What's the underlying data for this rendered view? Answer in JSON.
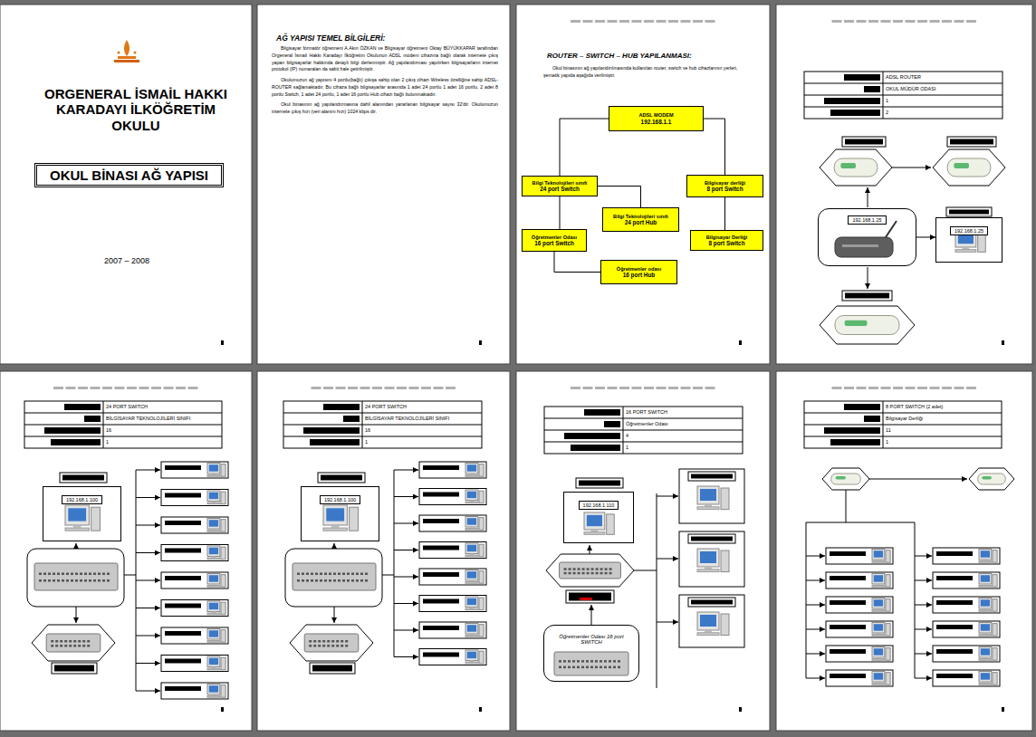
{
  "diagram": {
    "nodes": [
      {
        "text": [
          "OKUL BİNASI AĞ YAPISI"
        ]
      },
      {
        "text": [
          "ADSL MODEM",
          "192.168.1.1"
        ]
      },
      {
        "text": [
          "Bilgi Teknolojileri sınıfı",
          "24 port Switch"
        ]
      },
      {
        "text": [
          "Bilgisayar derliği",
          "8 port Switch"
        ]
      },
      {
        "text": [
          "Bilgi Teknolojileri sınıfı",
          "24 port Hub"
        ]
      },
      {
        "text": [
          "Öğretmenler Odası",
          "16 port Switch"
        ]
      },
      {
        "text": [
          "Bilgisayar Derliği",
          "8 port Switch"
        ]
      },
      {
        "text": [
          "Öğretmenler odası",
          "16 port Hub"
        ]
      },
      {
        "text": [
          "192.168.1.25"
        ]
      },
      {
        "text": [
          "192.168.1.25"
        ]
      },
      {
        "text": [
          "192.168.1.100"
        ]
      },
      {
        "text": [
          "192.168.1.100"
        ]
      },
      {
        "text": [
          "192.168.1.110"
        ]
      },
      {
        "text": [
          "Öğretmenler Odası 16 port SWITCH"
        ]
      }
    ],
    "edges": [
      {
        "from": 1,
        "to": 2,
        "arrow": "none"
      },
      {
        "from": 1,
        "to": 3,
        "arrow": "none"
      },
      {
        "from": 2,
        "to": 4,
        "arrow": "none"
      },
      {
        "from": 2,
        "to": 5,
        "arrow": "none"
      },
      {
        "from": 3,
        "to": 6,
        "arrow": "none"
      },
      {
        "from": 5,
        "to": 7,
        "arrow": "none"
      },
      {
        "from": 8,
        "to": 9,
        "arrow": "to"
      }
    ],
    "labels": [
      "ORGENERAL İSMAİL HAKKI KARADAYI İLKÖĞRETİM OKULU",
      "2007 – 2008",
      "AĞ YAPISI TEMEL BİLGİLERİ:",
      "Bilgisayar formatör öğretmeni A.Akın ÖZKAN ve Bilgisayar öğretmeni Oktay BÜYÜKKAPAR tarafından Orgeneral İsmail Hakkı Karadayı İlköğretim Okulunun ADSL modem cihazına bağlı olarak internete çıkış yapan bilgisayarlar hakkında detaylı bilgi derlenmiştir. Ağ yapılandırması yapılırken bilgisayarların internet protokol (IP) numaraları da sabit hale getirilmiştir.",
      "Okulumuzun ağ yapısını 4 portlu(bağlı) çıkışa sahip olan 2 çıkış cihazı Wireless özelliğine sahip ADSL-ROUTER sağlamaktadır. Bu cihaza bağlı bilgisayarlar arasında 1 adet 24 portlu 1 adet 16 portlu, 2 adet 8 portlu Switch, 1 adet 24 portlu, 1 adet 16 portlu Hub cihazı bağlı bulunmaktadır.",
      "Okul binasının ağ yapılandırmasına dahil alanından yararlanan bilgisayar sayısı 32'dir. Okulumuzun internete çıkış hızı (veri alanını hızı) 1024 kbps dir.",
      "ROUTER – SWITCH – HUB YAPILANMASI:",
      "Okul binasının ağ yapılandırılmasında kullanılan router, switch ve hub cihazlarının yerleri, şematik yapıda aşağıda verilmiştir.",
      "ADSL ROUTER",
      "OKUL MÜDÜR ODASI",
      "1",
      "2",
      "24 PORT SWITCH",
      "BİLGİSAYAR TEKNOLOJİLERİ SINIFI",
      "16",
      "1",
      "24 PORT SWITCH",
      "BİLGİSAYAR TEKNOLOJİLERİ SINIFI",
      "16",
      "1",
      "16 PORT SWITCH",
      "Öğretmenler Odası",
      "4",
      "1",
      "8 PORT SWITCH (2 adet)",
      "Bilgisayar Derliği",
      "11",
      "1"
    ]
  }
}
